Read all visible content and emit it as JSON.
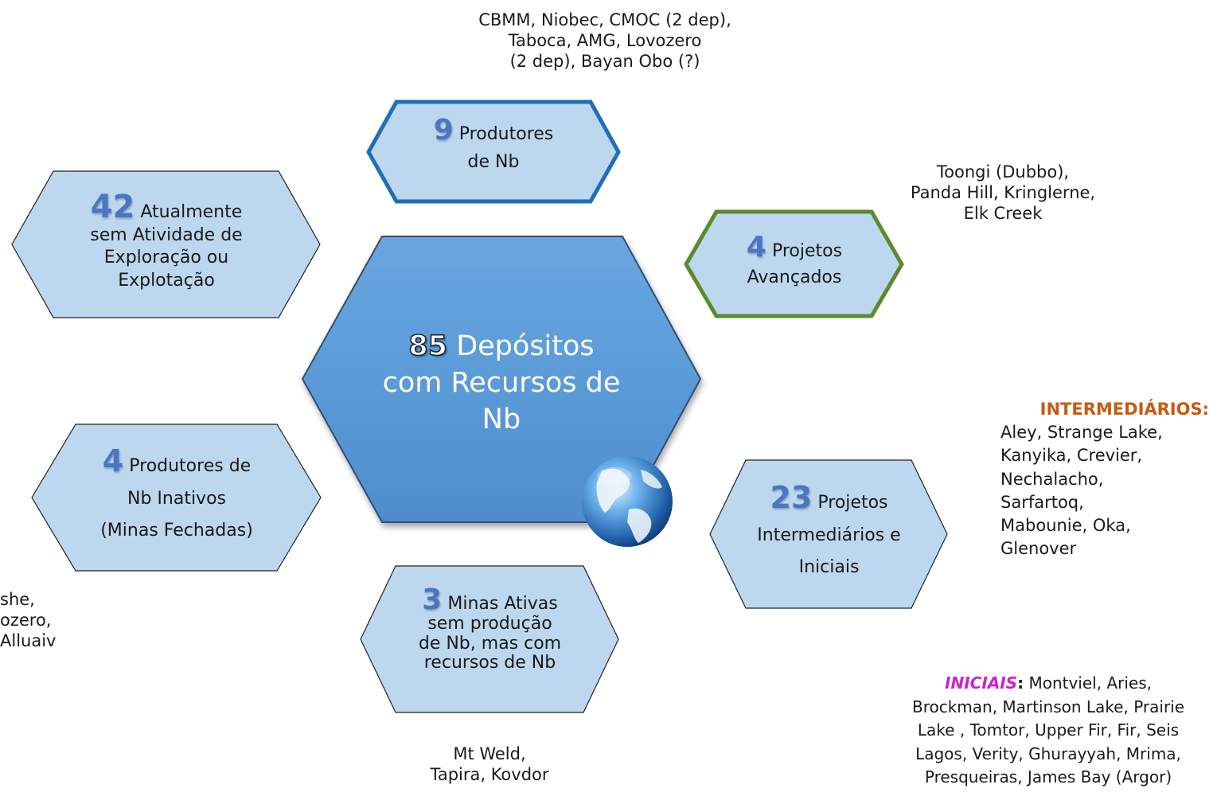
{
  "center": {
    "number": "85",
    "text_1": "Depósitos",
    "text_2": "com Recursos de",
    "text_3": "Nb",
    "globe_icon": "globe-icon"
  },
  "producers": {
    "number": "9",
    "text_1": "Produtores",
    "text_2": "de Nb",
    "border_color": "#1f6fb8"
  },
  "advanced": {
    "number": "4",
    "text_1": "Projetos",
    "text_2": "Avançados",
    "border_color": "#5b8a2f"
  },
  "inactive_activity": {
    "number": "42",
    "text_1": "Atualmente",
    "text_2": "sem Atividade de",
    "text_3": "Exploração ou",
    "text_4": "Explotação"
  },
  "closed_producers": {
    "number": "4",
    "text_1": "Produtores de",
    "text_2": "Nb Inativos",
    "text_3": "(Minas Fechadas)"
  },
  "intermediate": {
    "number": "23",
    "text_1": "Projetos",
    "text_2": "Intermediários e",
    "text_3": "Iniciais"
  },
  "active_mines": {
    "number": "3",
    "text_1": "Minas Ativas",
    "text_2": "sem produção",
    "text_3": "de Nb, mas com",
    "text_4": "recursos de Nb"
  },
  "producers_list": {
    "line_1": "CBMM, Niobec, CMOC (2 dep),",
    "line_2": "Taboca, AMG, Lovozero",
    "line_3": "(2 dep), Bayan Obo (?)"
  },
  "advanced_list": {
    "line_1": "Toongi (Dubbo),",
    "line_2": "Panda Hill, Kringlerne,",
    "line_3": "Elk Creek"
  },
  "intermediate_list": {
    "heading": "INTERMEDIÁRIOS:",
    "heading_color": "#c55a11",
    "line_1": "Aley, Strange Lake,",
    "line_2": "Kanyika, Crevier,",
    "line_3": "Nechalacho,",
    "line_4": "Sarfartoq,",
    "line_5": "Mabounie, Oka,",
    "line_6": "Glenover"
  },
  "initial_list": {
    "heading": "INICIAIS",
    "heading_color": "#cc22cc",
    "colon": ":",
    "line_1_rest": " Montviel, Aries,",
    "line_2": "Brockman, Martinson Lake, Prairie",
    "line_3": "Lake , Tomtor, Upper Fir, Fir, Seis",
    "line_4": "Lagos, Verity, Ghurayyah, Mrima,",
    "line_5": "Presqueiras, James Bay (Argor)"
  },
  "active_list": {
    "line_1": "Mt Weld,",
    "line_2": "Tapira, Kovdor"
  },
  "closed_list": {
    "line_1": "she,",
    "line_2": "ozero,",
    "line_3": "Alluaiv"
  }
}
